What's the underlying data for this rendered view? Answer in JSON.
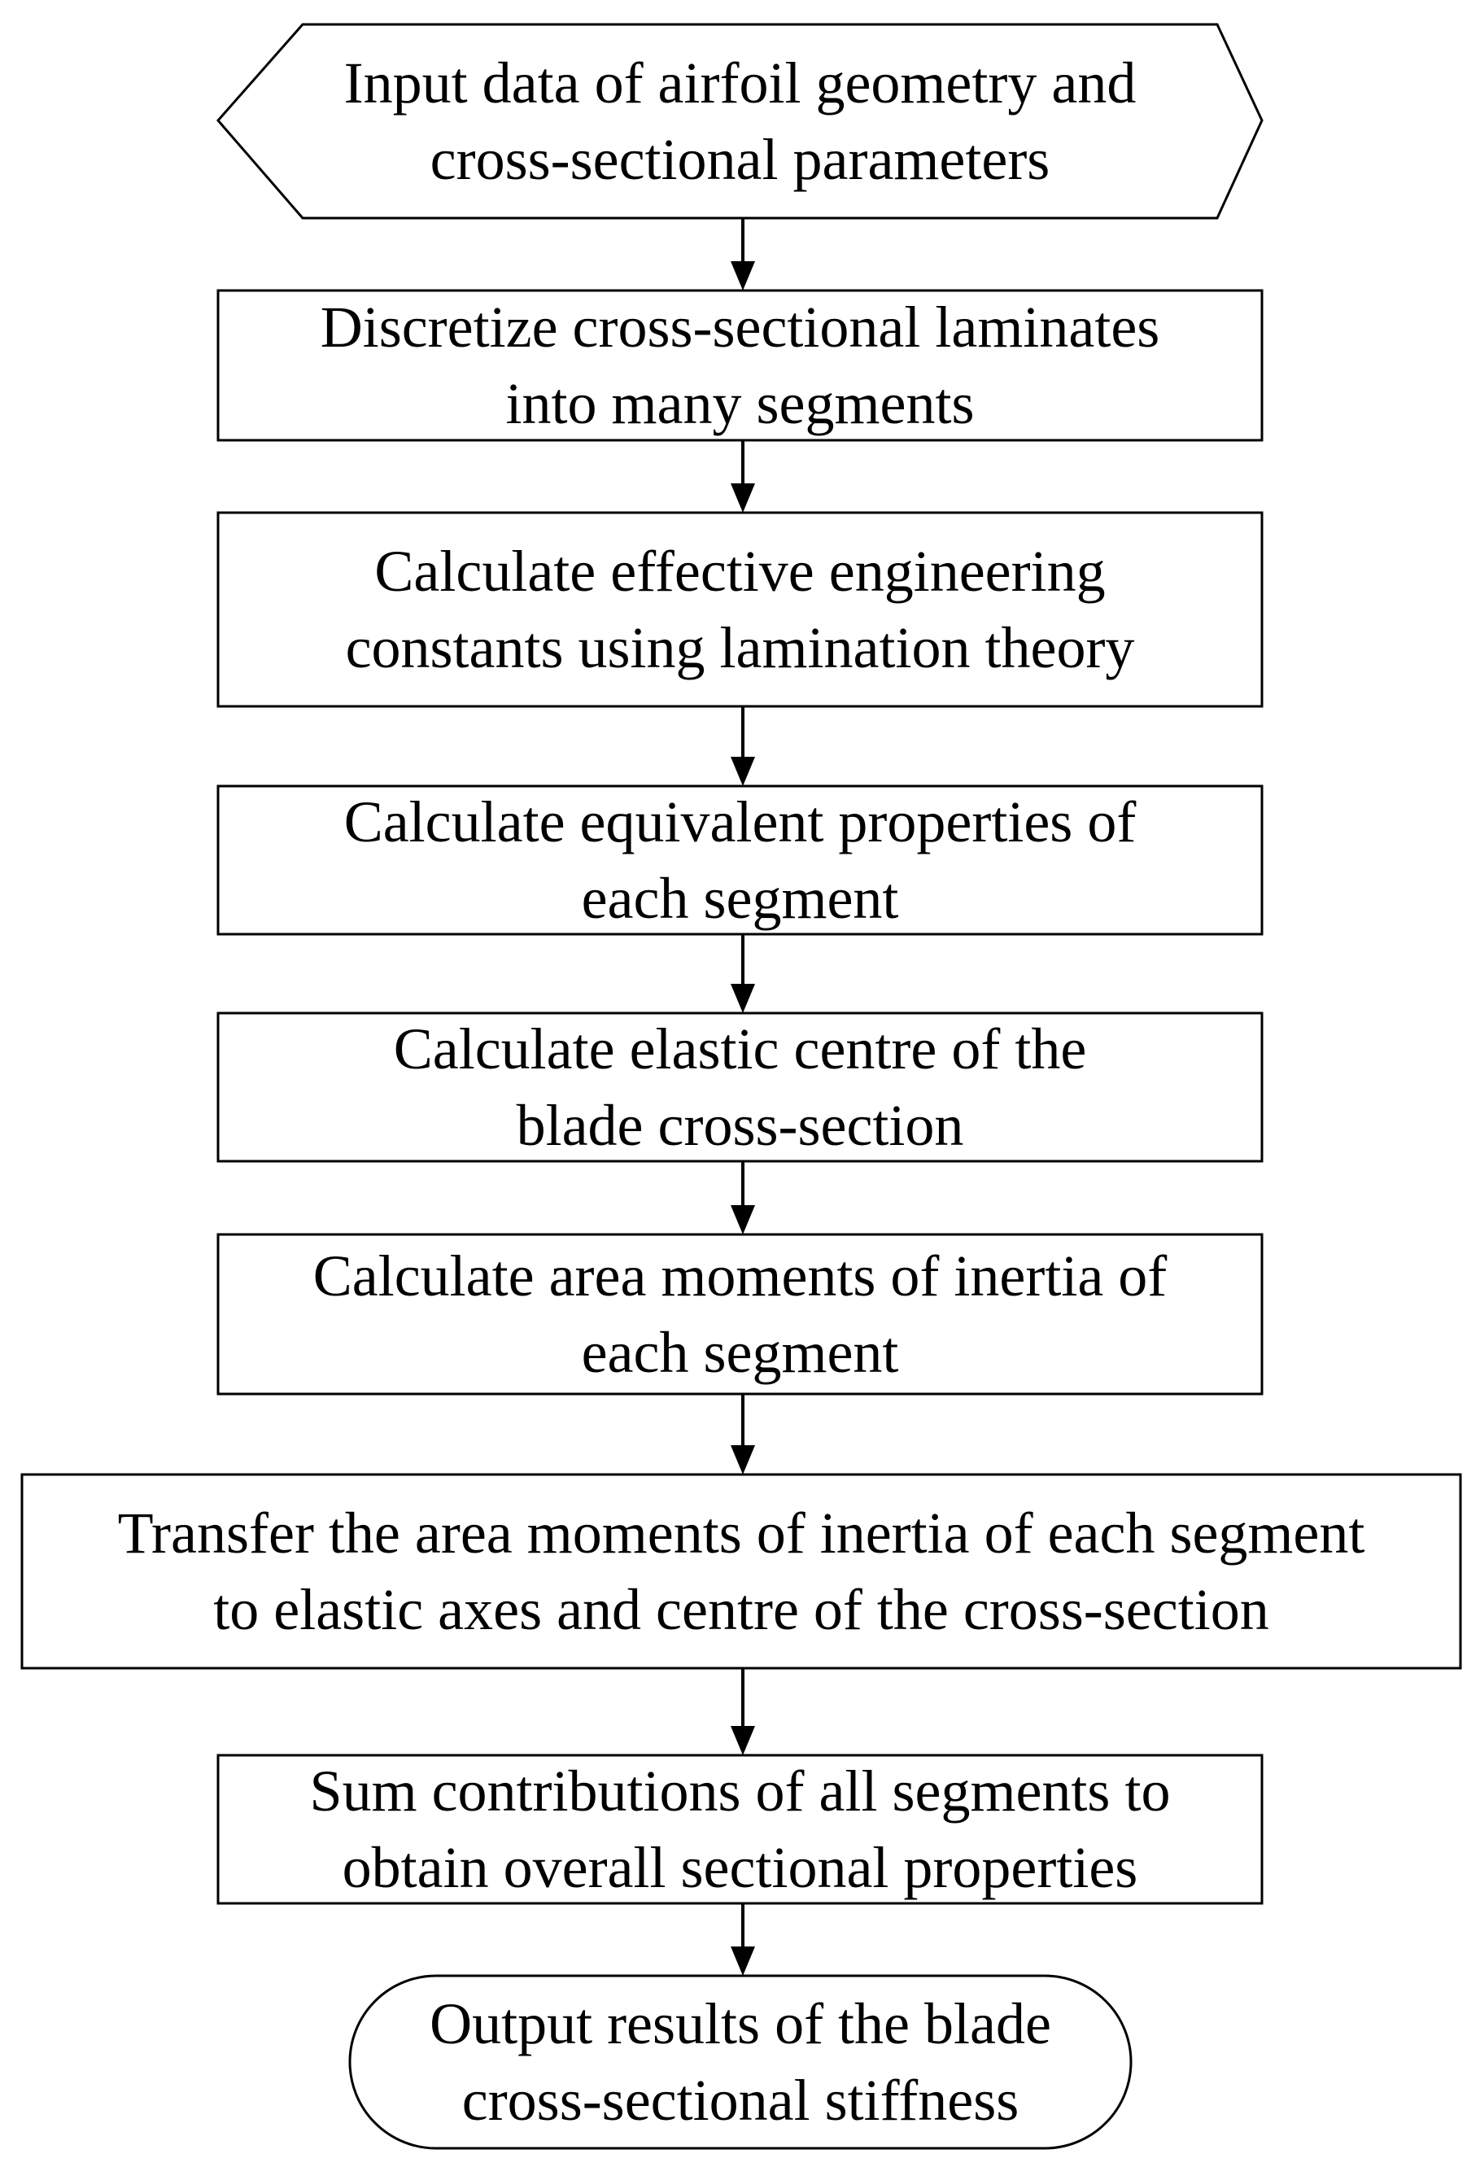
{
  "flowchart": {
    "nodes": [
      {
        "id": "input",
        "shape": "hexagon",
        "lines": [
          "Input data of airfoil geometry and",
          "cross-sectional parameters"
        ]
      },
      {
        "id": "discretize",
        "shape": "rectangle",
        "lines": [
          "Discretize cross-sectional laminates",
          "into many segments"
        ]
      },
      {
        "id": "engineering-constants",
        "shape": "rectangle",
        "lines": [
          "Calculate effective engineering",
          "constants using lamination theory"
        ]
      },
      {
        "id": "equivalent-properties",
        "shape": "rectangle",
        "lines": [
          "Calculate equivalent properties of",
          "each segment"
        ]
      },
      {
        "id": "elastic-centre",
        "shape": "rectangle",
        "lines": [
          "Calculate elastic centre of the",
          "blade cross-section"
        ]
      },
      {
        "id": "area-moments",
        "shape": "rectangle",
        "lines": [
          "Calculate area moments of inertia of",
          "each segment"
        ]
      },
      {
        "id": "transfer",
        "shape": "rectangle",
        "lines": [
          "Transfer the area moments of inertia of each segment",
          "to elastic axes and centre of the cross-section"
        ]
      },
      {
        "id": "sum",
        "shape": "rectangle",
        "lines": [
          "Sum contributions of all segments to",
          "obtain overall sectional properties"
        ]
      },
      {
        "id": "output",
        "shape": "terminator",
        "lines": [
          "Output results of the blade",
          "cross-sectional stiffness"
        ]
      }
    ],
    "edges": [
      {
        "from": "input",
        "to": "discretize"
      },
      {
        "from": "discretize",
        "to": "engineering-constants"
      },
      {
        "from": "engineering-constants",
        "to": "equivalent-properties"
      },
      {
        "from": "equivalent-properties",
        "to": "elastic-centre"
      },
      {
        "from": "elastic-centre",
        "to": "area-moments"
      },
      {
        "from": "area-moments",
        "to": "transfer"
      },
      {
        "from": "transfer",
        "to": "sum"
      },
      {
        "from": "sum",
        "to": "output"
      }
    ]
  }
}
